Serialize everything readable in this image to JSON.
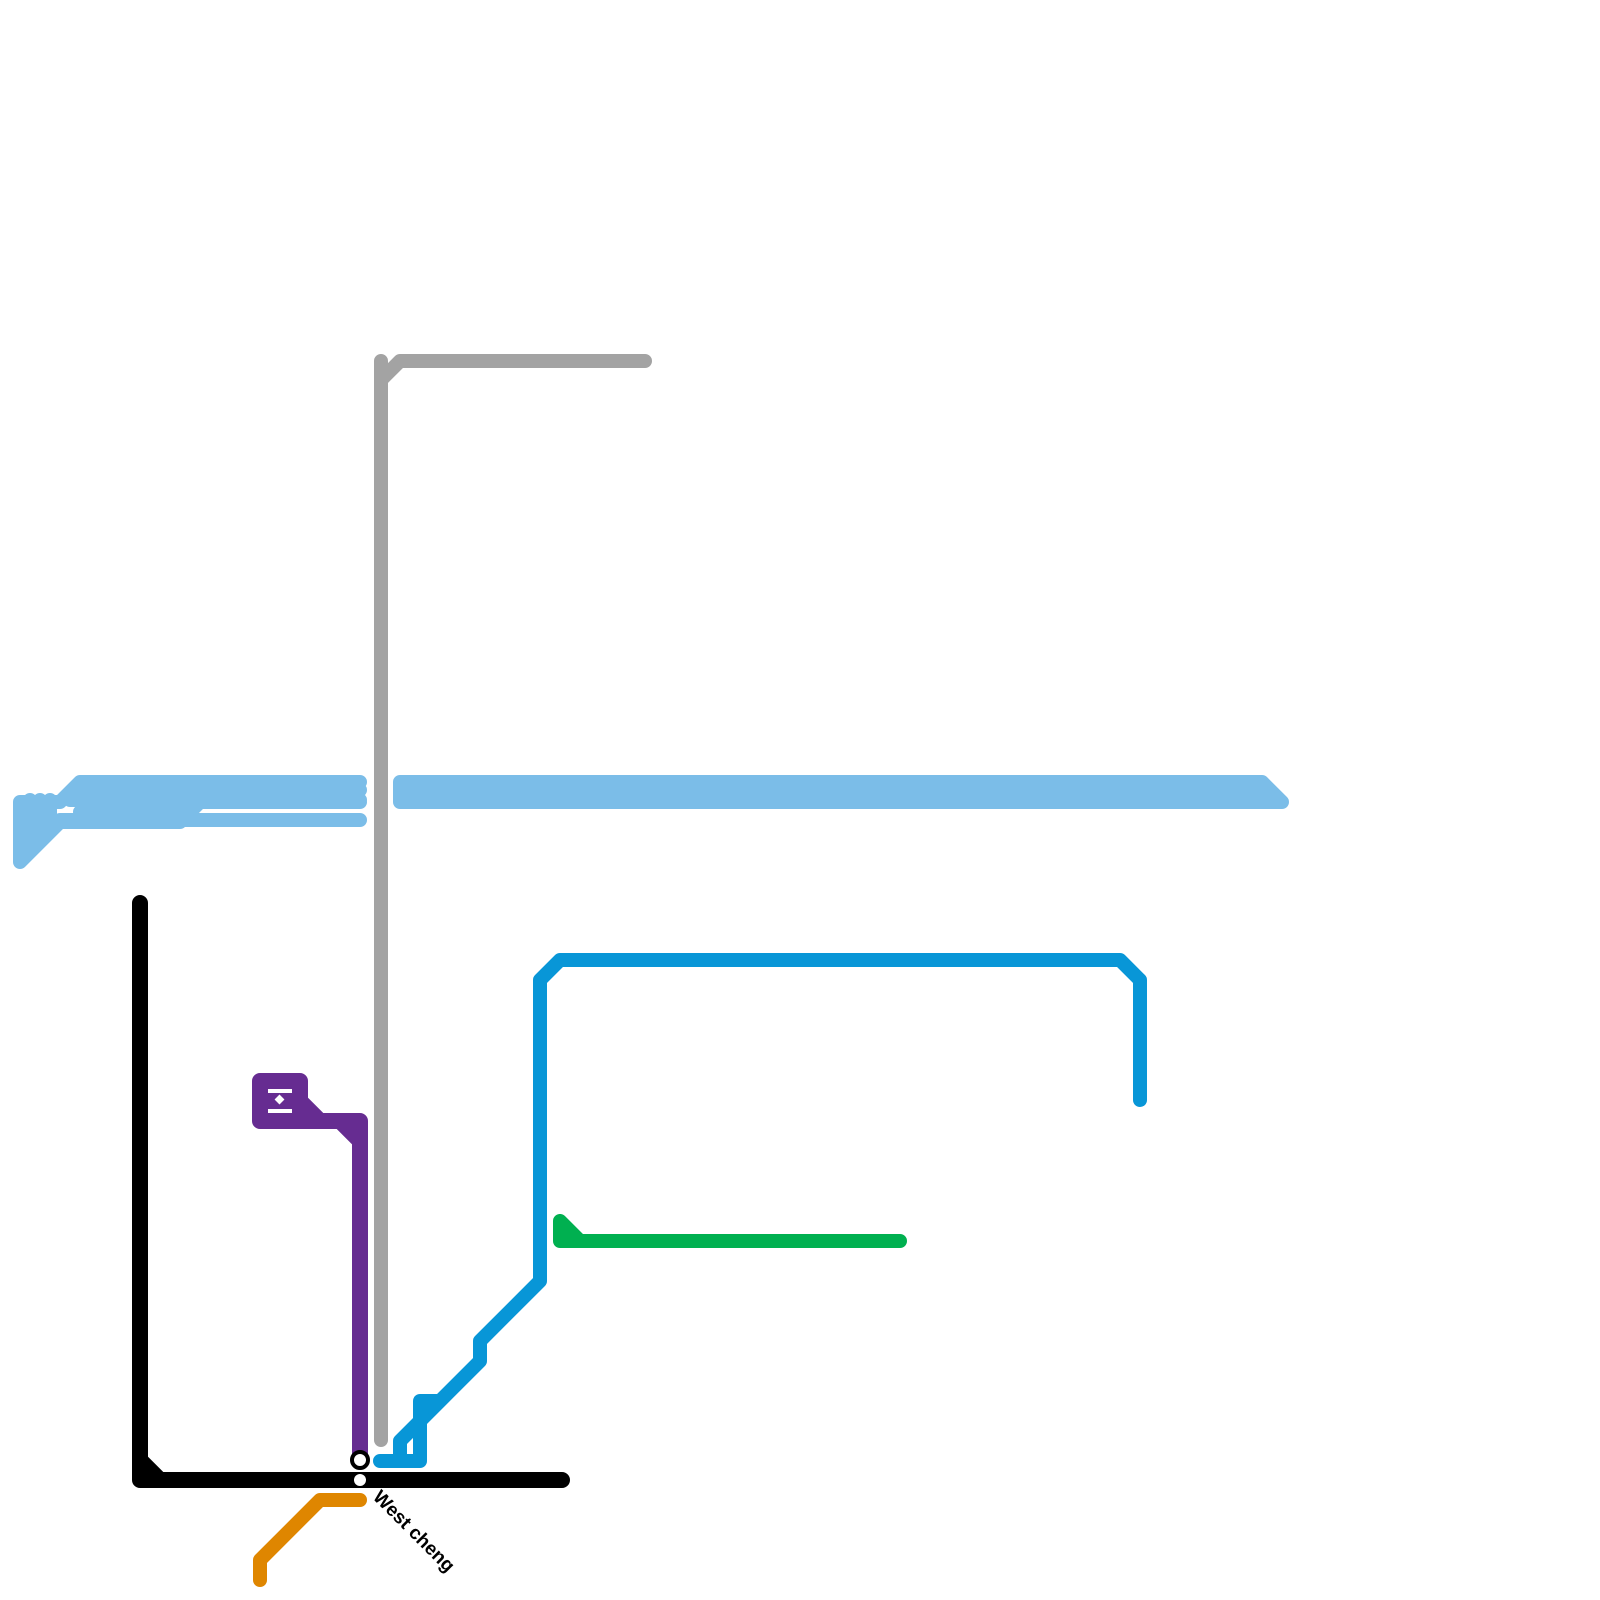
{
  "map": {
    "lines": [
      {
        "id": "light-blue",
        "color": "#7bbde8"
      },
      {
        "id": "grey",
        "color": "#a3a3a3"
      },
      {
        "id": "black",
        "color": "#000000"
      },
      {
        "id": "purple",
        "color": "#662c91"
      },
      {
        "id": "blue",
        "color": "#0896d7"
      },
      {
        "id": "green",
        "color": "#00b050"
      },
      {
        "id": "orange",
        "color": "#df8600"
      }
    ],
    "stations": [
      {
        "name": "West cheng",
        "lines": [
          "black",
          "purple",
          "blue",
          "orange"
        ]
      }
    ]
  }
}
